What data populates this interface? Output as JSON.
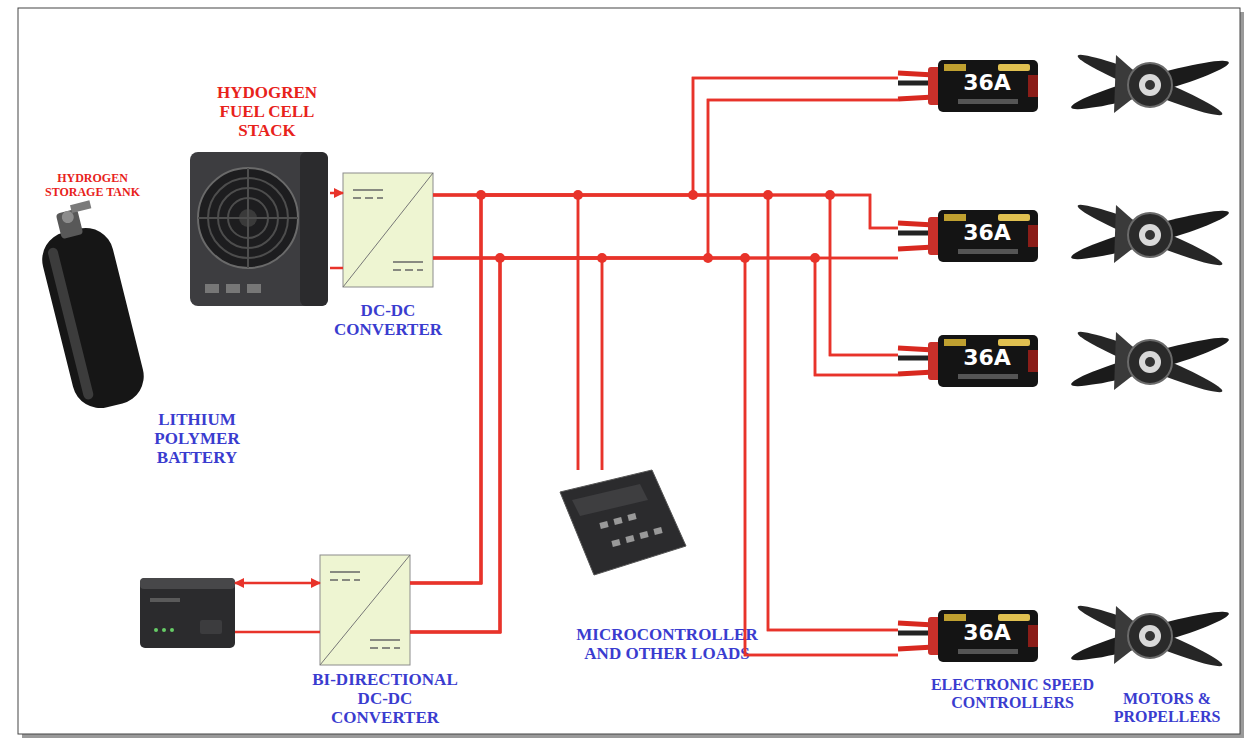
{
  "diagram": {
    "nodes": [
      {
        "text": [
          "HYDROGEN STORAGE TANK"
        ]
      },
      {
        "text": [
          "HYDOGREN FUEL CELL STACK"
        ]
      },
      {
        "text": [
          "DC-DC CONVERTER"
        ]
      },
      {
        "text": [
          "36A"
        ]
      },
      {
        "text": [
          "36A"
        ]
      },
      {
        "text": [
          "36A"
        ]
      },
      {
        "text": [
          "LITHIUM POLYMER BATTERY"
        ]
      },
      {
        "text": [
          "BI-DIRECTIONAL DC-DC CONVERTER"
        ]
      },
      {
        "text": [
          "MICROCONTROLLER AND OTHER LOADS"
        ]
      },
      {
        "text": [
          "36A"
        ]
      }
    ],
    "edges": [
      {
        "from": 1,
        "to": 2,
        "arrow": "to"
      },
      {
        "from": 6,
        "to": 7,
        "arrow": "both"
      },
      {
        "from": 2,
        "to": 7,
        "arrow": "none"
      },
      {
        "from": 2,
        "to": 8,
        "arrow": "none"
      },
      {
        "from": 2,
        "to": 3,
        "arrow": "none"
      },
      {
        "from": 2,
        "to": 4,
        "arrow": "none"
      },
      {
        "from": 2,
        "to": 5,
        "arrow": "none"
      },
      {
        "from": 2,
        "to": 9,
        "arrow": "none"
      },
      {
        "from": 7,
        "to": 8,
        "arrow": "none"
      },
      {
        "from": 7,
        "to": 3,
        "arrow": "none"
      },
      {
        "from": 7,
        "to": 4,
        "arrow": "none"
      },
      {
        "from": 7,
        "to": 5,
        "arrow": "none"
      },
      {
        "from": 7,
        "to": 9,
        "arrow": "none"
      }
    ],
    "labels": [
      "ELECTRONIC SPEED CONTROLLERS",
      "MOTORS & PROPELLERS"
    ]
  }
}
